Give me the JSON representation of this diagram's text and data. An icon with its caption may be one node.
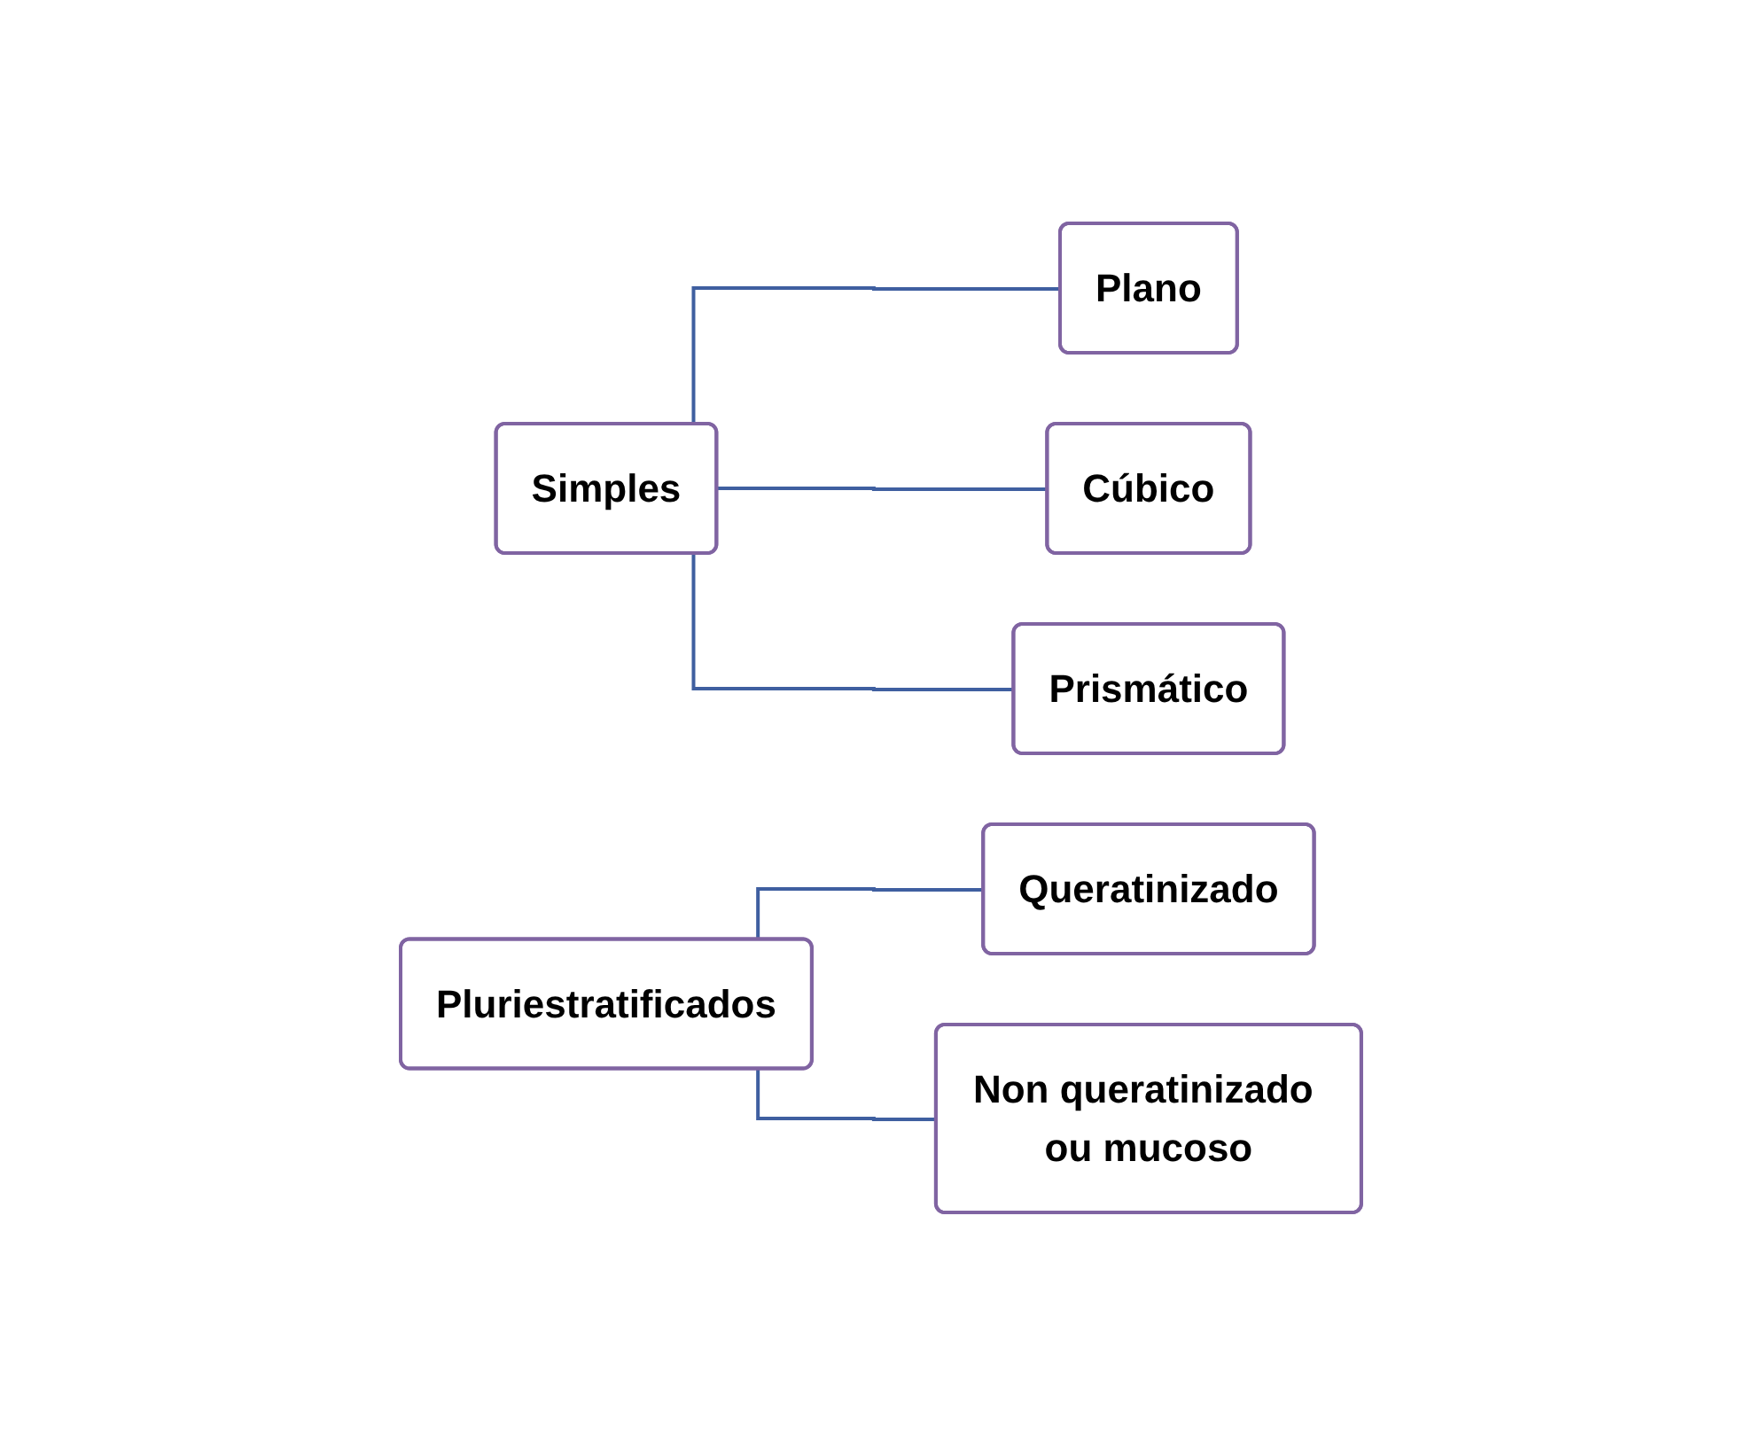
{
  "diagram": {
    "nodes": [
      {
        "text": [
          "Simples"
        ]
      },
      {
        "text": [
          "Plano"
        ]
      },
      {
        "text": [
          "Cúbico"
        ]
      },
      {
        "text": [
          "Prismático"
        ]
      },
      {
        "text": [
          "Pluriestratificados"
        ]
      },
      {
        "text": [
          "Queratinizado"
        ]
      },
      {
        "text": [
          "Non queratinizado ou mucoso"
        ]
      }
    ],
    "edges": [
      {
        "from": 0,
        "to": 1,
        "arrow": "none"
      },
      {
        "from": 0,
        "to": 2,
        "arrow": "none"
      },
      {
        "from": 0,
        "to": 3,
        "arrow": "none"
      },
      {
        "from": 4,
        "to": 5,
        "arrow": "none"
      },
      {
        "from": 4,
        "to": 6,
        "arrow": "none"
      }
    ]
  }
}
